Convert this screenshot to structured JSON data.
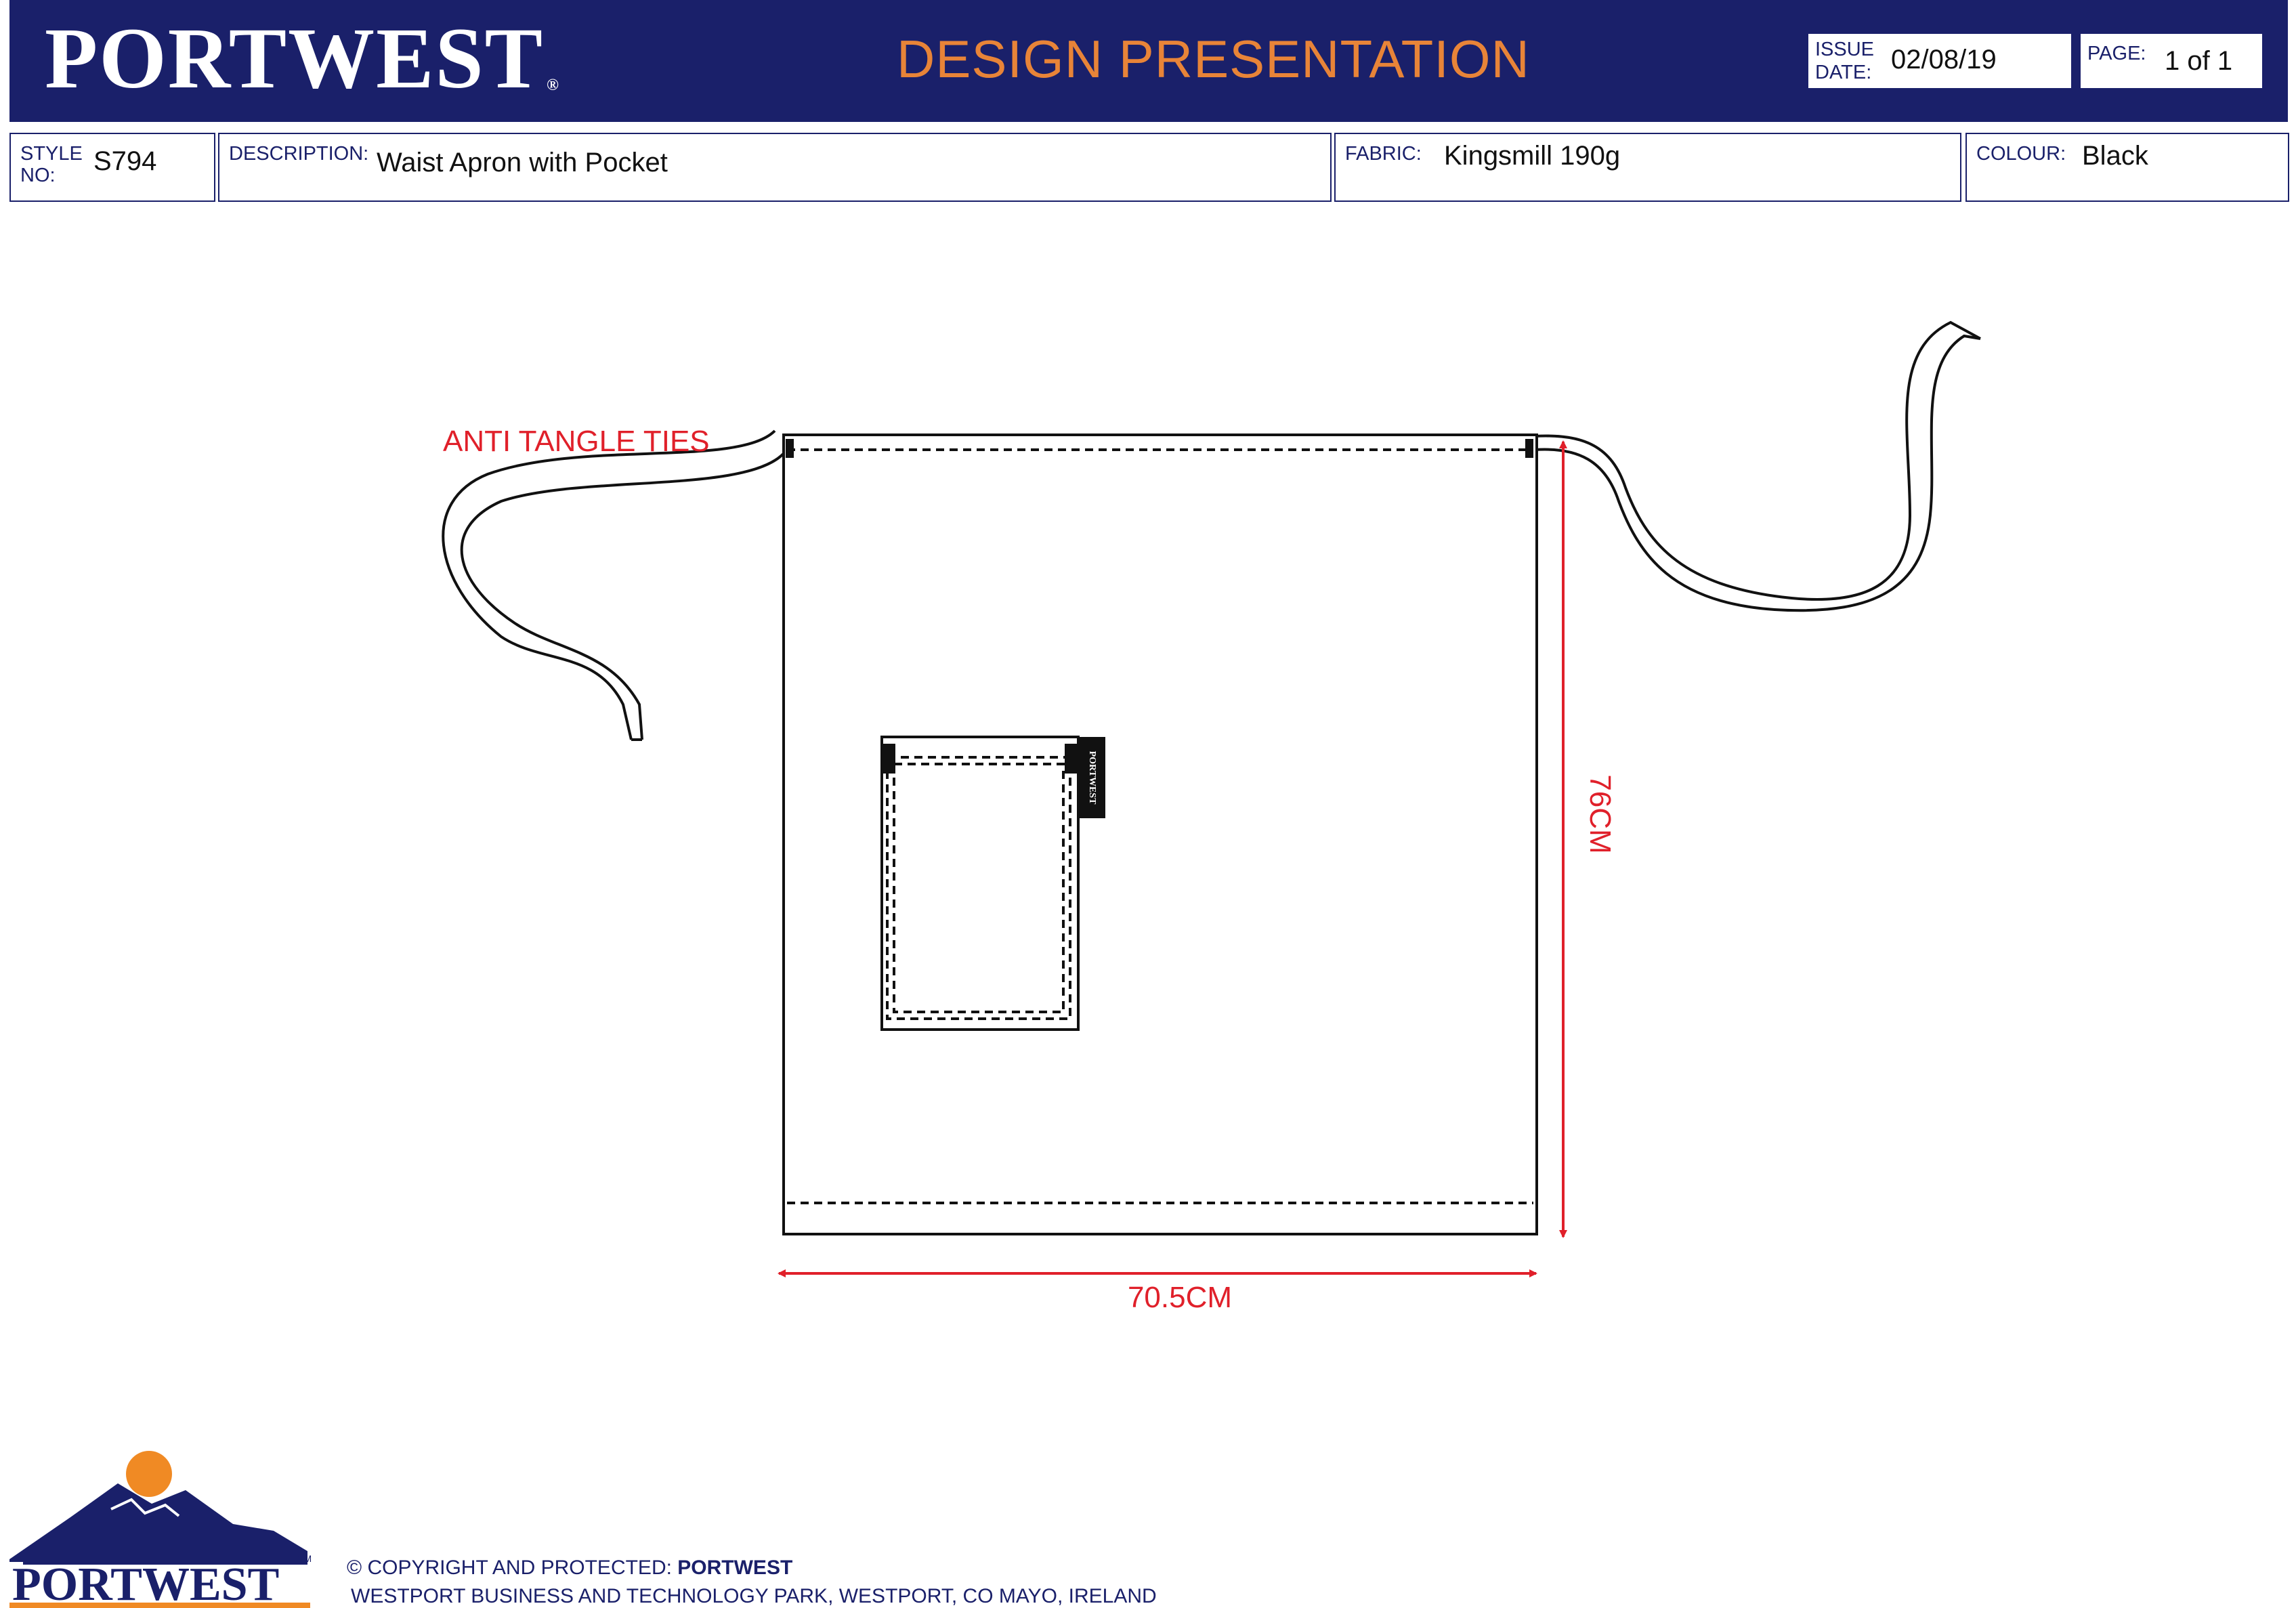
{
  "header": {
    "brand": "PORTWEST",
    "title": "DESIGN PRESENTATION",
    "issue_label_1": "ISSUE",
    "issue_label_2": "DATE:",
    "issue_date": "02/08/19",
    "page_label": "PAGE:",
    "page_value": "1 of 1"
  },
  "info": {
    "style_label_1": "STYLE",
    "style_label_2": "NO:",
    "style_no": "S794",
    "description_label": "DESCRIPTION:",
    "description": "Waist Apron with Pocket",
    "fabric_label": "FABRIC:",
    "fabric": "Kingsmill 190g",
    "colour_label": "COLOUR:",
    "colour": "Black"
  },
  "drawing": {
    "callout": "ANTI TANGLE TIES",
    "width_dim": "70.5CM",
    "height_dim": "76CM",
    "label_text": "PORTWEST"
  },
  "footer": {
    "logo_text": "PORTWEST",
    "tm": "TM",
    "copyright_prefix": "© COPYRIGHT AND PROTECTED: ",
    "copyright_brand": "PORTWEST",
    "address": "WESTPORT BUSINESS AND TECHNOLOGY PARK, WESTPORT, CO MAYO, IRELAND"
  },
  "colors": {
    "navy": "#1a206a",
    "orange": "#e88438",
    "red": "#e0202a"
  }
}
